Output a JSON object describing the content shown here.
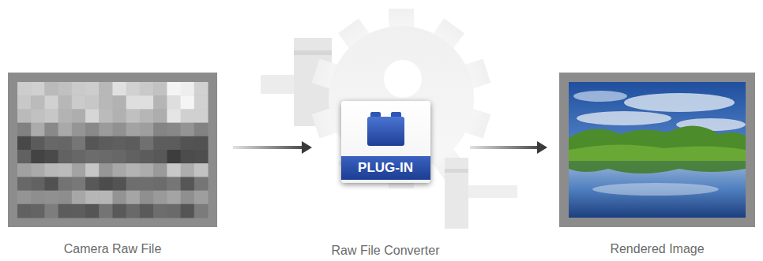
{
  "diagram": {
    "nodes": [
      {
        "text": [
          "Camera Raw File"
        ]
      },
      {
        "text": [
          "PLUG-IN",
          "Raw File Converter"
        ]
      },
      {
        "text": [
          "Rendered Image"
        ]
      }
    ],
    "edges": [
      {
        "from": 0,
        "to": 1,
        "arrow": "to"
      },
      {
        "from": 1,
        "to": 2,
        "arrow": "to"
      }
    ]
  }
}
